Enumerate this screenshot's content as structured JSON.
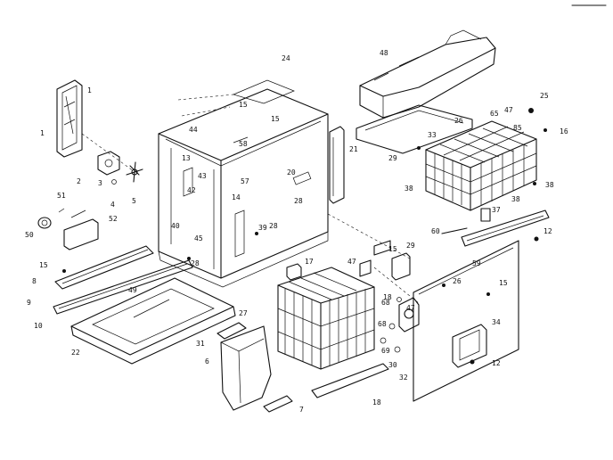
{
  "callouts": [
    {
      "id": "c1",
      "text": "1"
    },
    {
      "id": "c1b",
      "text": "1"
    },
    {
      "id": "c2",
      "text": "2"
    },
    {
      "id": "c3",
      "text": "3"
    },
    {
      "id": "c4",
      "text": "4"
    },
    {
      "id": "c5",
      "text": "5"
    },
    {
      "id": "c6",
      "text": "6"
    },
    {
      "id": "c7",
      "text": "7"
    },
    {
      "id": "c8",
      "text": "8"
    },
    {
      "id": "c9",
      "text": "9"
    },
    {
      "id": "c10",
      "text": "10"
    },
    {
      "id": "c12a",
      "text": "12"
    },
    {
      "id": "c12b",
      "text": "12"
    },
    {
      "id": "c13",
      "text": "13"
    },
    {
      "id": "c14",
      "text": "14"
    },
    {
      "id": "c15a",
      "text": "15"
    },
    {
      "id": "c15b",
      "text": "15"
    },
    {
      "id": "c15c",
      "text": "15"
    },
    {
      "id": "c15d",
      "text": "15"
    },
    {
      "id": "c15e",
      "text": "15"
    },
    {
      "id": "c16",
      "text": "16"
    },
    {
      "id": "c17",
      "text": "17"
    },
    {
      "id": "c18a",
      "text": "18"
    },
    {
      "id": "c18b",
      "text": "18"
    },
    {
      "id": "c20",
      "text": "20"
    },
    {
      "id": "c21",
      "text": "21"
    },
    {
      "id": "c22",
      "text": "22"
    },
    {
      "id": "c24",
      "text": "24"
    },
    {
      "id": "c25",
      "text": "25"
    },
    {
      "id": "c26a",
      "text": "26"
    },
    {
      "id": "c26b",
      "text": "26"
    },
    {
      "id": "c27",
      "text": "27"
    },
    {
      "id": "c28a",
      "text": "28"
    },
    {
      "id": "c28b",
      "text": "28"
    },
    {
      "id": "c28c",
      "text": "28"
    },
    {
      "id": "c29a",
      "text": "29"
    },
    {
      "id": "c29b",
      "text": "29"
    },
    {
      "id": "c30",
      "text": "30"
    },
    {
      "id": "c31",
      "text": "31"
    },
    {
      "id": "c32",
      "text": "32"
    },
    {
      "id": "c33",
      "text": "33"
    },
    {
      "id": "c34",
      "text": "34"
    },
    {
      "id": "c37",
      "text": "37"
    },
    {
      "id": "c38a",
      "text": "38"
    },
    {
      "id": "c38b",
      "text": "38"
    },
    {
      "id": "c38c",
      "text": "38"
    },
    {
      "id": "c39",
      "text": "39"
    },
    {
      "id": "c40",
      "text": "40"
    },
    {
      "id": "c42",
      "text": "42"
    },
    {
      "id": "c43",
      "text": "43"
    },
    {
      "id": "c44",
      "text": "44"
    },
    {
      "id": "c45",
      "text": "45"
    },
    {
      "id": "c47a",
      "text": "47"
    },
    {
      "id": "c47b",
      "text": "47"
    },
    {
      "id": "c47c",
      "text": "47"
    },
    {
      "id": "c48",
      "text": "48"
    },
    {
      "id": "c49",
      "text": "49"
    },
    {
      "id": "c50",
      "text": "50"
    },
    {
      "id": "c51",
      "text": "51"
    },
    {
      "id": "c52",
      "text": "52"
    },
    {
      "id": "c57",
      "text": "57"
    },
    {
      "id": "c58",
      "text": "58"
    },
    {
      "id": "c59",
      "text": "59"
    },
    {
      "id": "c60",
      "text": "60"
    },
    {
      "id": "c65",
      "text": "65"
    },
    {
      "id": "c68a",
      "text": "68"
    },
    {
      "id": "c68b",
      "text": "68"
    },
    {
      "id": "c69",
      "text": "69"
    },
    {
      "id": "c85",
      "text": "85"
    }
  ]
}
